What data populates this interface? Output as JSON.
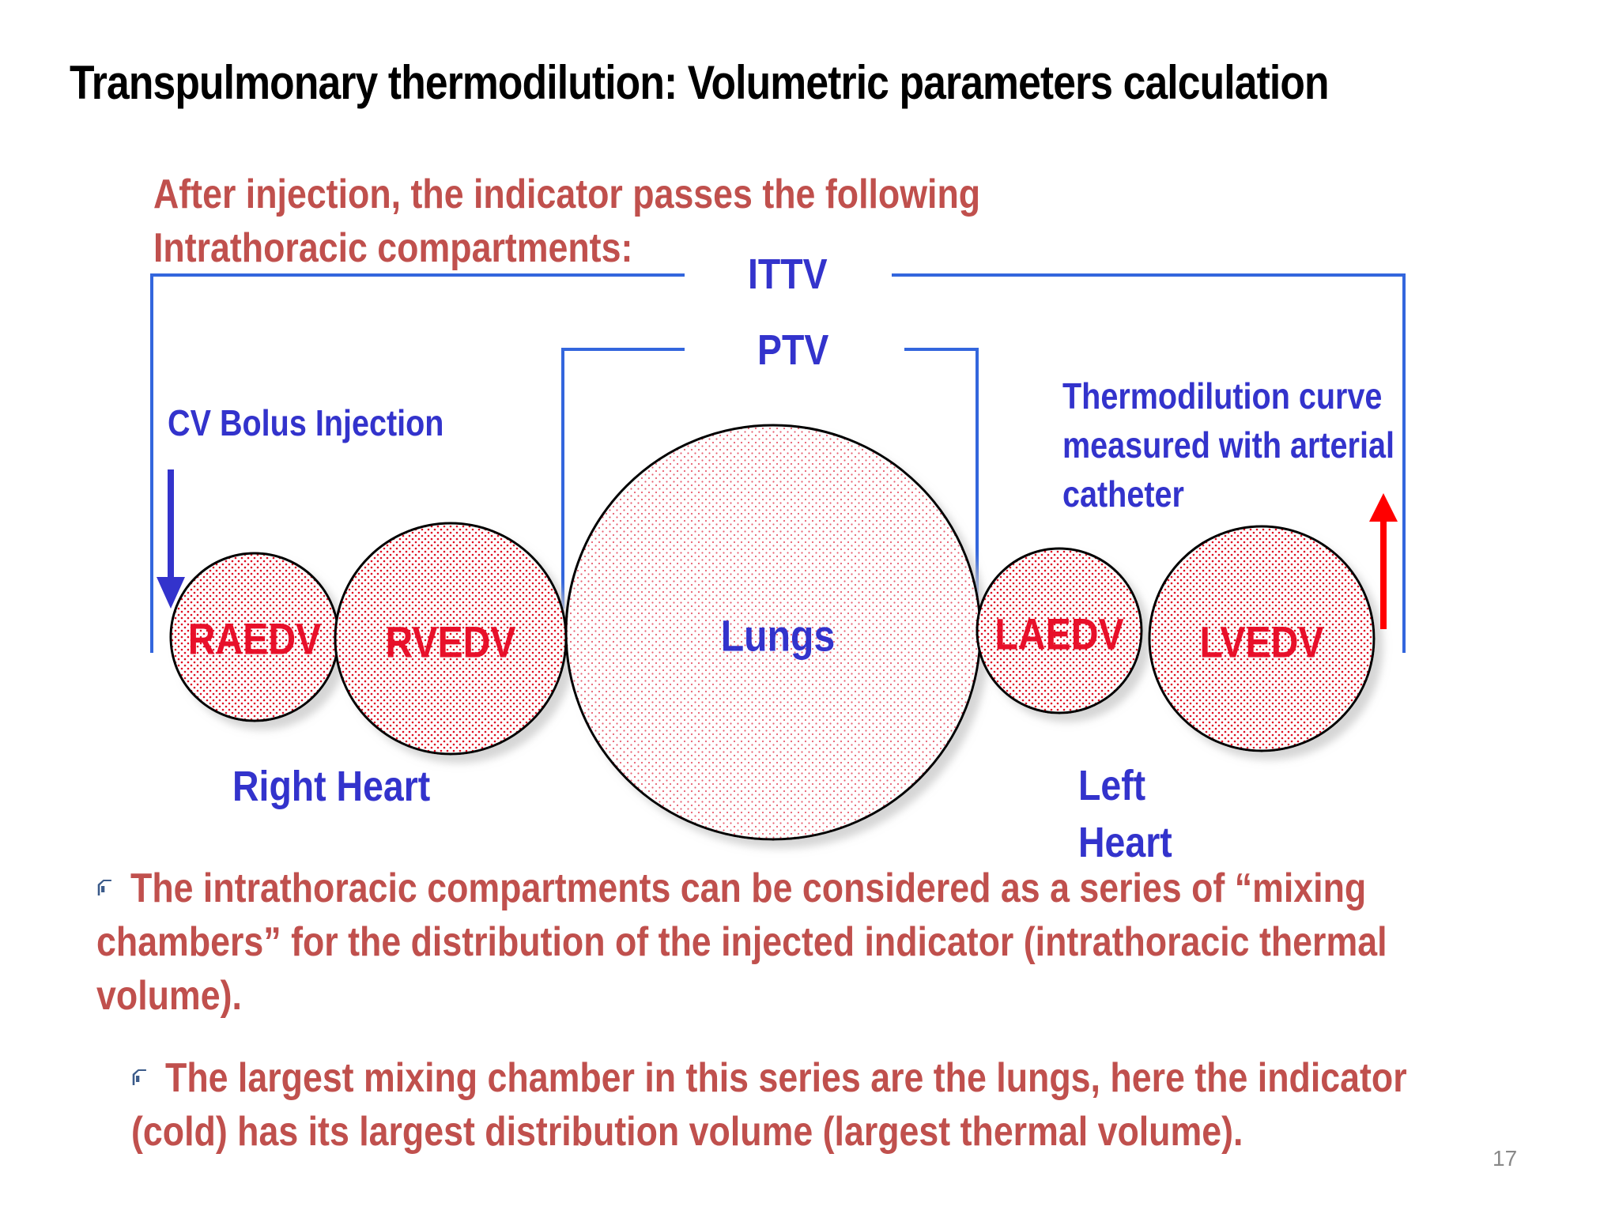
{
  "title": "Transpulmonary thermodilution: Volumetric parameters calculation",
  "intro": "After injection, the indicator passes the following Intrathoracic compartments:",
  "diagram": {
    "ittv_label": "ITTV",
    "ptv_label": "PTV",
    "injection_label": "CV Bolus Injection",
    "measurement_label_lines": [
      "Thermodilution curve",
      "measured with arterial",
      "catheter"
    ],
    "chambers": [
      "RAEDV",
      "RVEDV",
      "Lungs",
      "LAEDV",
      "LVEDV"
    ],
    "right_heart_label": "Right Heart",
    "left_heart_lines": [
      "Left",
      "Heart"
    ],
    "colors": {
      "bracket": "#3366dd",
      "blue_text": "#3333cc",
      "red_text": "#e8102a",
      "dots": "#e01020",
      "injection_arrow": "#3333cc",
      "measurement_arrow": "#ff0000"
    }
  },
  "bullets": [
    "The intrathoracic compartments can be considered as a series of “mixing chambers” for the distribution of the injected indicator (intrathoracic thermal volume).",
    "The largest mixing chamber in this series are the lungs, here the indicator (cold) has its largest distribution volume (largest thermal volume)."
  ],
  "page_number": "17"
}
